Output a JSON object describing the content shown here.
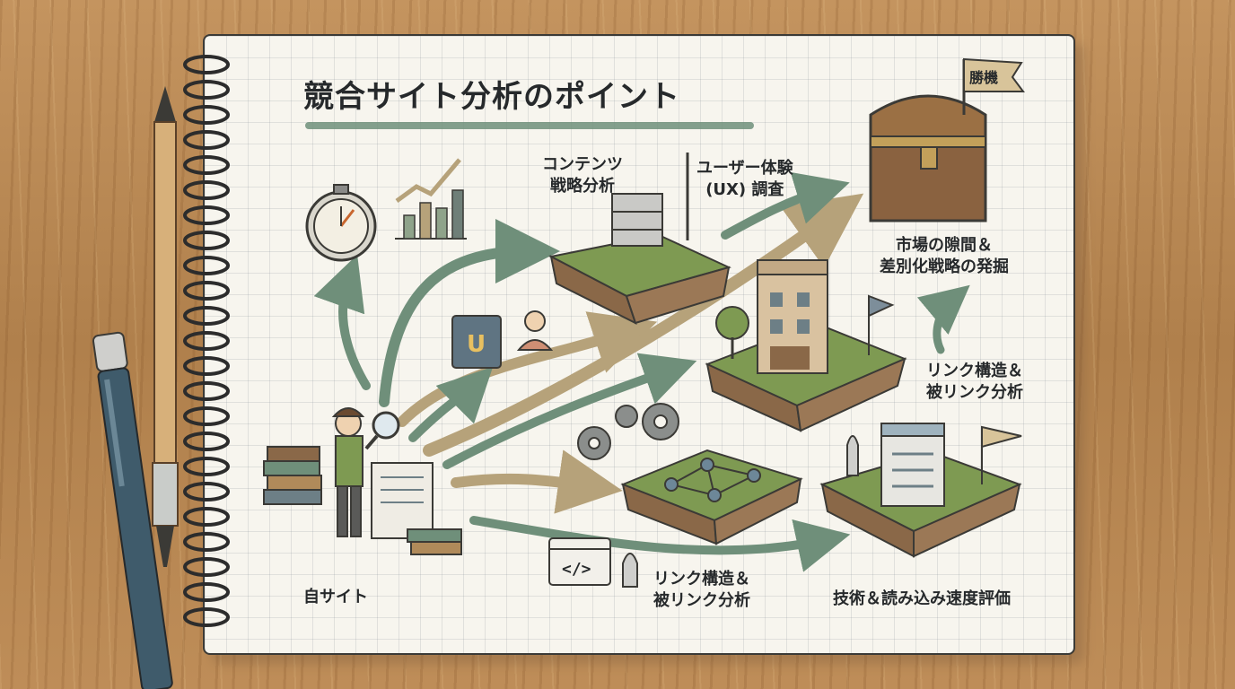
{
  "title": "競合サイト分析のポイント",
  "labels": {
    "own_site": "自サイト",
    "content_strategy": [
      "コンテンツ",
      "戦略分析"
    ],
    "ux_research": [
      "ユーザー体験",
      "(UX) 調査"
    ],
    "market_gap": [
      "市場の隙間＆",
      "差別化戦略の発掘"
    ],
    "link_analysis_right": [
      "リンク構造＆",
      "被リンク分析"
    ],
    "link_analysis_bottom": [
      "リンク構造＆",
      "被リンク分析"
    ],
    "tech_speed": "技術＆読み込み速度評価",
    "flag": "勝機"
  },
  "icon_text": {
    "block_letter": "U",
    "code": "</>"
  },
  "colors": {
    "arrow_green": "#6f8f7a",
    "arrow_tan": "#b6a27a",
    "grass": "#7e9a52",
    "soil": "#8a6848",
    "ink": "#26292b"
  }
}
